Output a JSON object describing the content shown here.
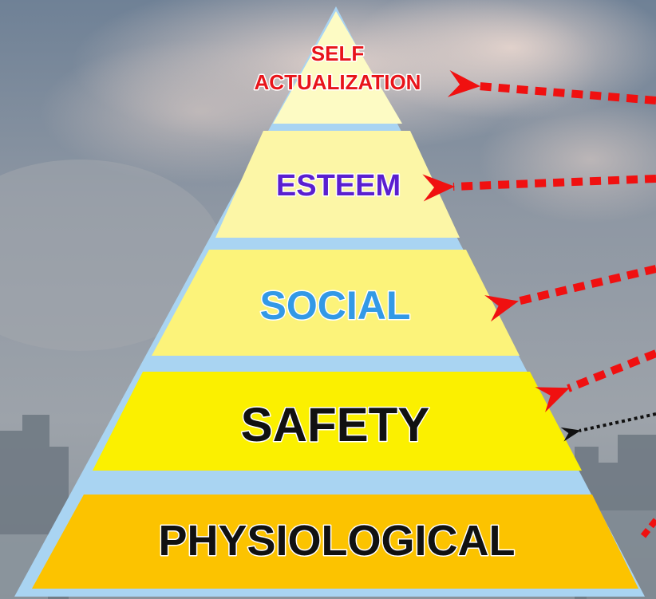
{
  "diagram": {
    "levels": [
      {
        "key": "self_actualization",
        "lines": [
          "SELF",
          "ACTUALIZATION"
        ],
        "text_color": "#e8141a",
        "fill": "#fdfbc4"
      },
      {
        "key": "esteem",
        "lines": [
          "ESTEEM"
        ],
        "text_color": "#5a1fd0",
        "fill": "#fcf6a6"
      },
      {
        "key": "social",
        "lines": [
          "SOCIAL"
        ],
        "text_color": "#3399e6",
        "fill": "#fcf37a"
      },
      {
        "key": "safety",
        "lines": [
          "SAFETY"
        ],
        "text_color": "#111111",
        "fill": "#fbf000"
      },
      {
        "key": "physiological",
        "lines": [
          "PHYSIOLOGICAL"
        ],
        "text_color": "#111111",
        "fill": "#fcc300"
      }
    ],
    "colors": {
      "pyramid_outline": "#a9d4f2",
      "arrow_red": "#f01010",
      "arrow_black": "#111111"
    }
  }
}
